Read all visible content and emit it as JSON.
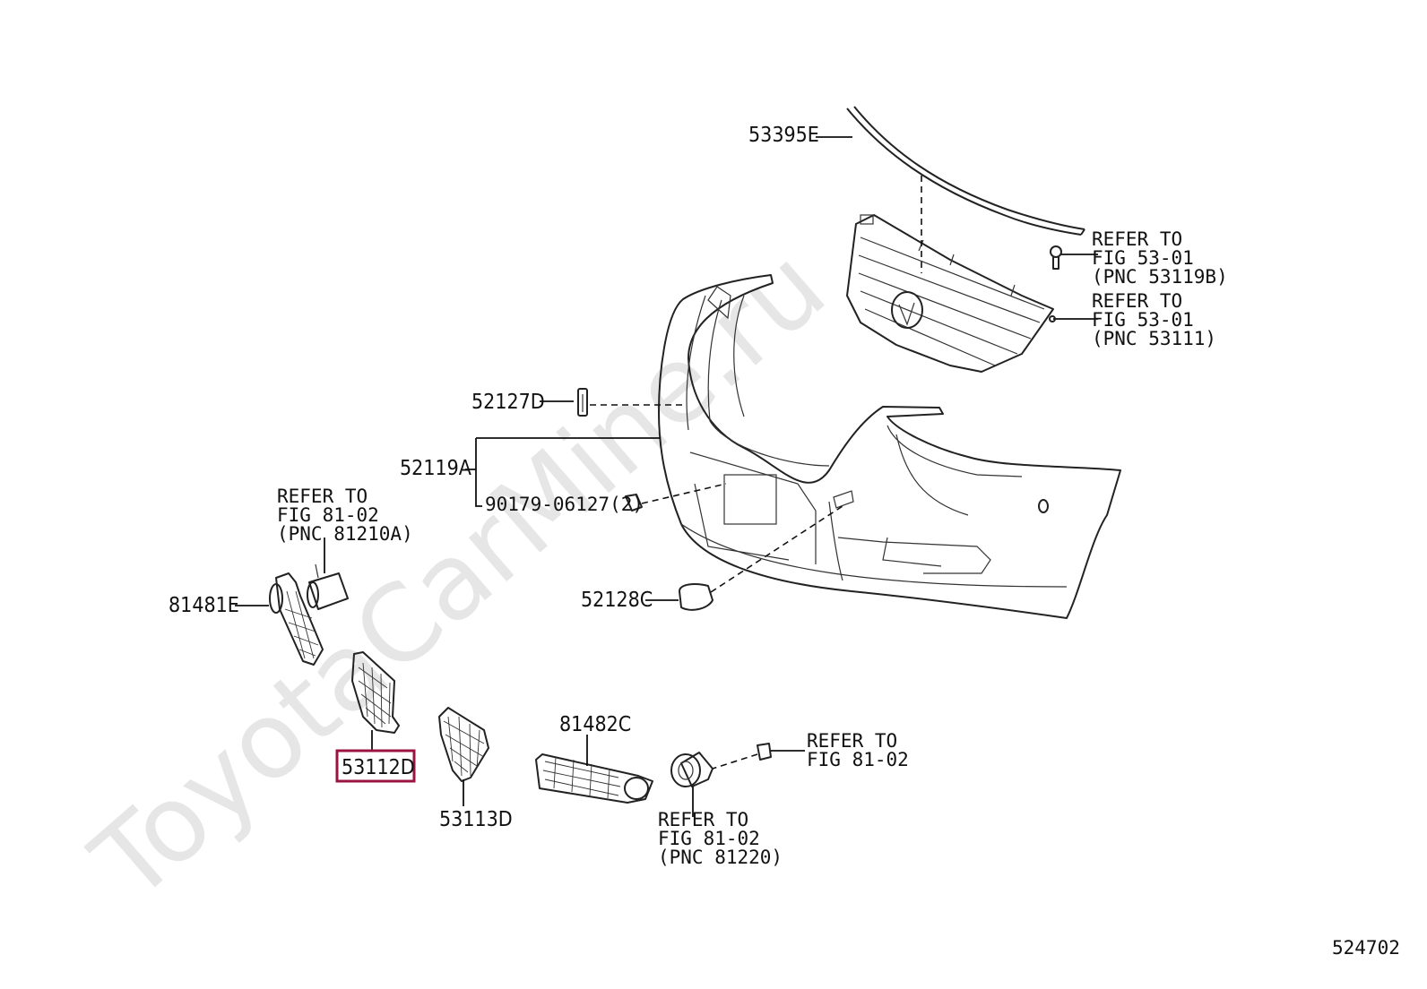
{
  "watermark": "ToyotaCarMine.ru",
  "figure_id": "524702",
  "highlight_color": "#9b1440",
  "parts": {
    "p53395E": "53395E",
    "p52127D": "52127D",
    "p52119A": "52119A",
    "p90179": "90179-06127(2)",
    "p52128C": "52128C",
    "p81481E": "81481E",
    "p53112D": "53112D",
    "p53113D": "53113D",
    "p81482C": "81482C"
  },
  "refs": {
    "grille_bolt": [
      "REFER TO",
      "FIG 53-01",
      "(PNC 53119B)"
    ],
    "grille": [
      "REFER TO",
      "FIG 53-01",
      "(PNC 53111)"
    ],
    "fog_left": [
      "REFER TO",
      "FIG 81-02",
      "(PNC 81210A)"
    ],
    "fog_screw": [
      "REFER TO",
      "FIG 81-02"
    ],
    "fog_right": [
      "REFER TO",
      "FIG 81-02",
      "(PNC 81220)"
    ]
  }
}
